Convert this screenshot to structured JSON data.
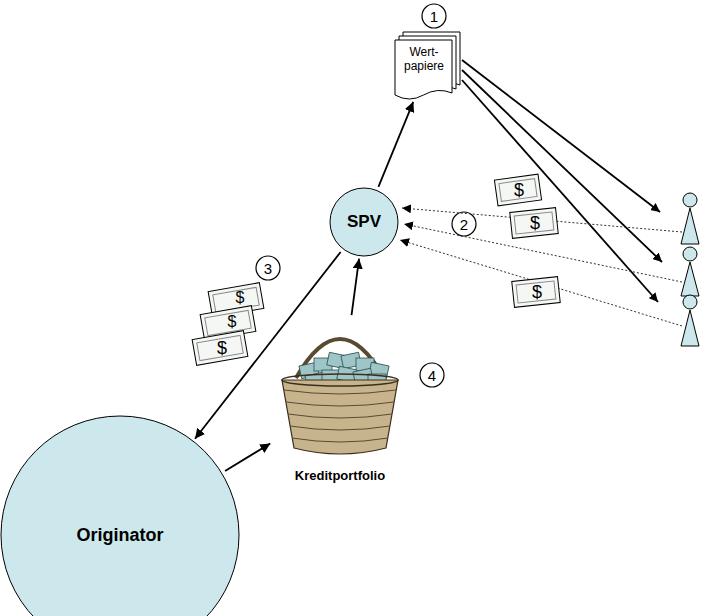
{
  "diagram": {
    "nodes": [
      {
        "text": [
          "Wert- papiere"
        ]
      },
      {
        "text": [
          "SPV"
        ]
      },
      {
        "text": [
          "Kreditportfolio"
        ]
      },
      {
        "text": [
          "Originator"
        ]
      }
    ],
    "edges": [
      {
        "from": 3,
        "to": 2,
        "arrow": "to"
      },
      {
        "from": 2,
        "to": 1,
        "arrow": "to"
      },
      {
        "from": 1,
        "to": 0,
        "arrow": "to"
      },
      {
        "from": 1,
        "to": 3,
        "arrow": "to"
      }
    ],
    "labels": [
      "1",
      "2",
      "3",
      "4",
      "$",
      "$",
      "$",
      "$",
      "$",
      "$"
    ]
  }
}
